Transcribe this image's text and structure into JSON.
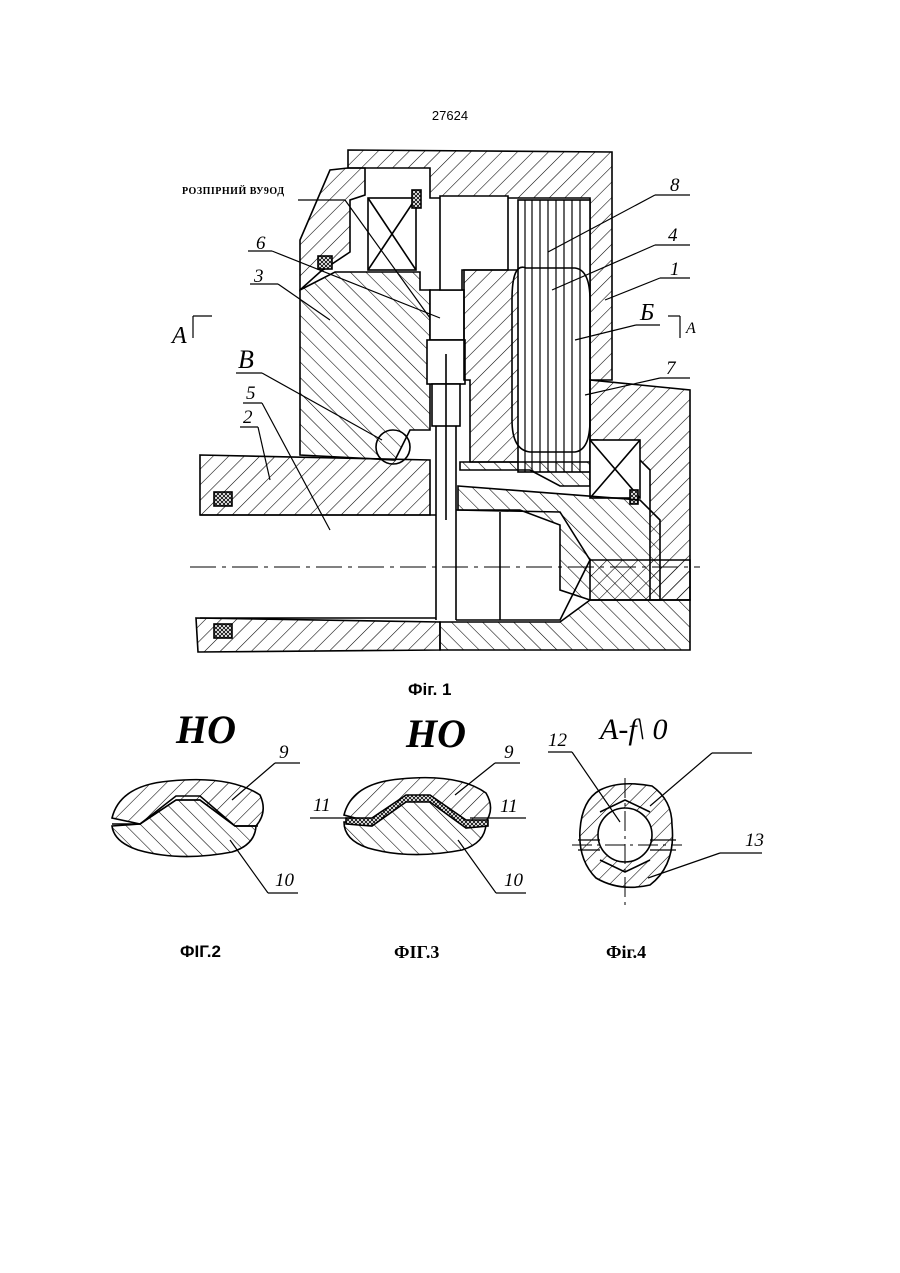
{
  "page_number": "27624",
  "fig1": {
    "caption": "Фіг. 1",
    "callout_label": "РОЗПІРНИЙ ВУ9ОД",
    "labels": {
      "n1": "1",
      "n2": "2",
      "n3": "3",
      "n4": "4",
      "n5": "5",
      "n6": "6",
      "n7": "7",
      "n8": "8",
      "B_upper": "В",
      "B_cyr": "Б",
      "A_left": "А",
      "A_right": "А"
    }
  },
  "fig2": {
    "caption": "ФІГ.2",
    "heading": "НО",
    "labels": {
      "n9": "9",
      "n10": "10"
    }
  },
  "fig3": {
    "caption": "ФІГ.3",
    "heading": "НО",
    "labels": {
      "n9": "9",
      "n10": "10",
      "n11a": "11",
      "n11b": "11"
    }
  },
  "fig4": {
    "caption": "Фіг.4",
    "heading": "A-f\\ 0",
    "labels": {
      "n12": "12",
      "n13": "13"
    }
  }
}
